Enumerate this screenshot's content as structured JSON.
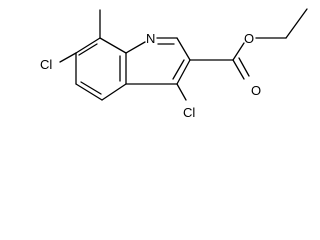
{
  "structure": {
    "atom_labels": {
      "nitrogen": "N",
      "ester_oxygen": "O",
      "carbonyl_oxygen": "O",
      "chlorine_7": "Cl",
      "chlorine_4": "Cl"
    },
    "colors": {
      "line": "#000000",
      "text": "#000000",
      "background": "#ffffff"
    }
  }
}
